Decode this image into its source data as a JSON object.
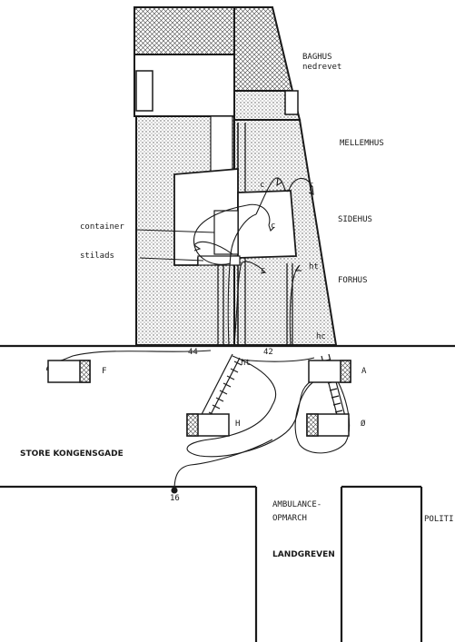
{
  "labels": {
    "baghus": "BAGHUS",
    "nedrevet": "nedrevet",
    "mellemhus": "MELLEMHUS",
    "sidehus": "SIDEHUS",
    "forhus": "FORHUS",
    "container": "container",
    "stilads": "stilads",
    "num_44": "44",
    "num_42": "42",
    "num_16": "16",
    "street": "STORE KONGENSGADE",
    "ambulance_1": "AMBULANCE-",
    "ambulance_2": "OPMARCH",
    "landgreven": "LANDGREVEN",
    "politi": "POLITI"
  },
  "vehicles": {
    "F": "F",
    "A": "A",
    "H": "H",
    "O": "Ø"
  },
  "markers": {
    "c": "c",
    "ht": "ht",
    "hc": "hc"
  },
  "colors": {
    "ink": "#1a1a1a",
    "hatch": "#555555"
  }
}
